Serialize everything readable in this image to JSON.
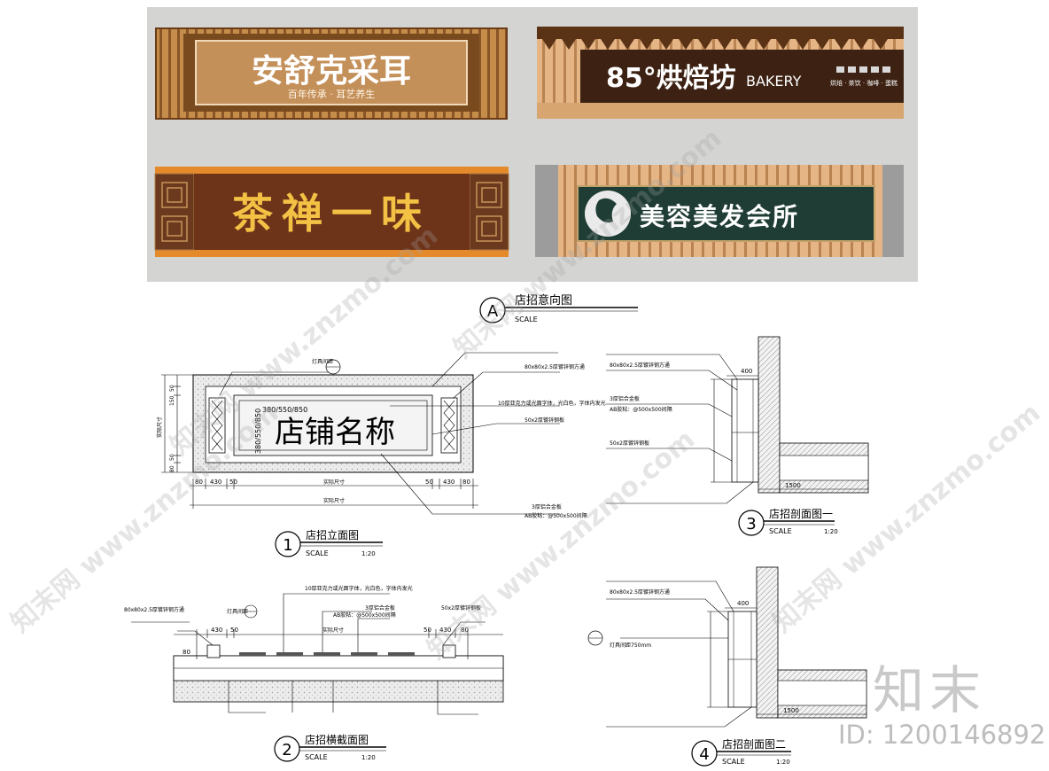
{
  "photo_panel": {
    "signs": [
      {
        "title": "安舒克采耳",
        "subtitle": "百年传承 · 耳艺养生"
      },
      {
        "title": "85°烘焙坊",
        "subtitle": "BAKERY",
        "tagline": "烘焙 · 茶饮 · 咖啡 · 蛋糕"
      },
      {
        "title": "茶禅一味"
      },
      {
        "title": "美容美发会所"
      }
    ]
  },
  "callouts": [
    {
      "number": "A",
      "title": "店招意向图",
      "scale_word": "SCALE",
      "scale_value": ""
    },
    {
      "number": "1",
      "title": "店招立面图",
      "scale_word": "SCALE",
      "scale_value": "1:20"
    },
    {
      "number": "2",
      "title": "店招横截面图",
      "scale_word": "SCALE",
      "scale_value": "1:20"
    },
    {
      "number": "3",
      "title": "店招剖面图一",
      "scale_word": "SCALE",
      "scale_value": "1:20"
    },
    {
      "number": "4",
      "title": "店招剖面图二",
      "scale_word": "SCALE",
      "scale_value": "1:20"
    }
  ],
  "elevation": {
    "shop_name": "店铺名称",
    "size_note_h": "380/550/850",
    "size_note_v": "380/550/850",
    "notes": [
      "灯具间距",
      "80x80x2.5厚镀锌钢方通",
      "10厚亚克力或光面字体，光白色，字体内发光",
      "50x2厚镀锌钢板",
      "3厚铝合金板",
      "AB胶粘：@500x500间隔"
    ],
    "dims_bottom": [
      "80",
      "430",
      "50",
      "实际尺寸",
      "50",
      "430",
      "80"
    ],
    "dims_left": [
      "50",
      "150",
      "实际尺寸",
      "50",
      "80"
    ],
    "bottom_label": "实际尺寸"
  },
  "section_h": {
    "notes": [
      "80x80x2.5厚镀锌钢方通",
      "10厚亚克力或光面字体，光白色，字体内发光",
      "AB胶粘：@500x500间隔",
      "3厚铝合金板",
      "50x2厚镀锌钢板",
      "灯具间距"
    ],
    "dims_top": [
      "80",
      "430",
      "50",
      "实际尺寸",
      "50",
      "430",
      "80"
    ]
  },
  "section_1": {
    "notes": [
      "80x80x2.5厚镀锌钢方通",
      "3厚铝合金板",
      "AB胶粘：@500x500间隔",
      "50x2厚镀锌钢板"
    ],
    "dim_top": "400",
    "dim_bottom": "1500"
  },
  "section_2": {
    "notes": [
      "80x80x2.5厚镀锌钢方通",
      "灯具间距750mm"
    ],
    "dim_top": "400",
    "dim_bottom": "1500"
  },
  "watermarks": [
    "知末网 www.znzmo.com"
  ],
  "brand": {
    "logo_text": "知末",
    "id_text": "ID: 1200146892"
  }
}
